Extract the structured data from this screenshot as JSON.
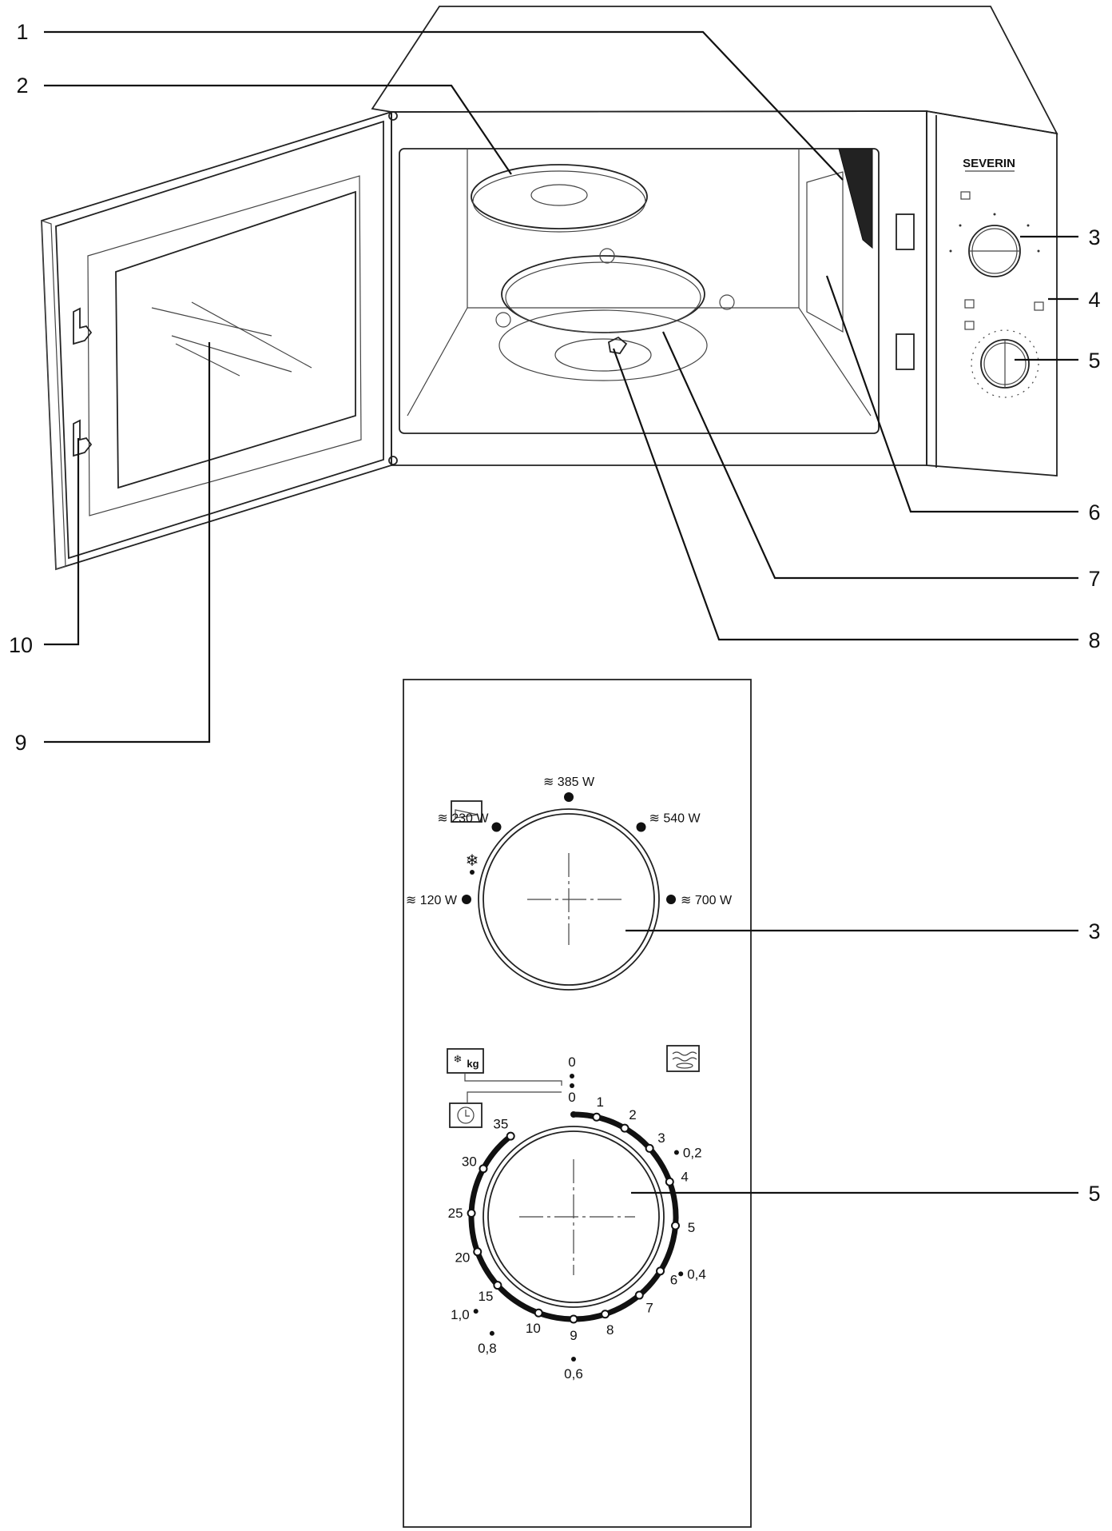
{
  "callouts": [
    "1",
    "2",
    "3",
    "4",
    "5",
    "6",
    "7",
    "8",
    "9",
    "10"
  ],
  "brand": "SEVERIN",
  "power_dial": {
    "defrost_symbol": "❄",
    "wave_symbol": "≋",
    "settings": [
      {
        "label": "120 W"
      },
      {
        "label": "230 W"
      },
      {
        "label": "385 W"
      },
      {
        "label": "540 W"
      },
      {
        "label": "700 W"
      }
    ]
  },
  "timer_dial": {
    "kg_label": "kg",
    "defrost_zero": "0",
    "timer_zero": "0",
    "minutes": [
      "1",
      "2",
      "3",
      "4",
      "5",
      "6",
      "7",
      "8",
      "9",
      "10",
      "15",
      "20",
      "25",
      "30",
      "35"
    ],
    "weights": [
      "0,2",
      "0,4",
      "0,6",
      "0,8",
      "1,0"
    ]
  },
  "icons": [
    "defrost-kg-icon",
    "clock-icon",
    "grill-icon",
    "microwave-mode-icon"
  ]
}
